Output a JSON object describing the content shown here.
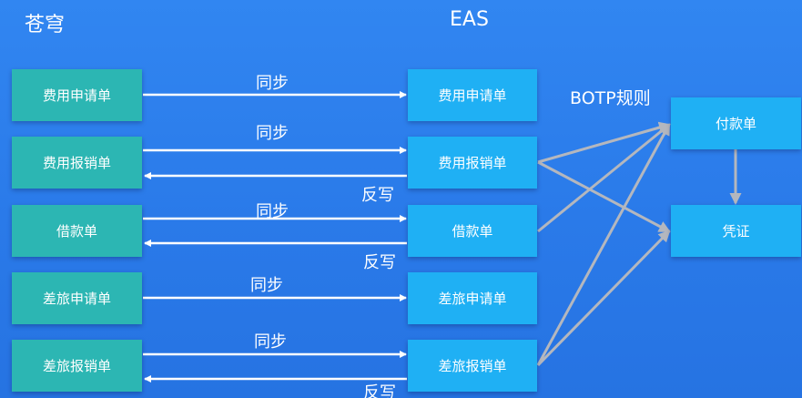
{
  "headings": {
    "left": "苍穹",
    "middle": "EAS",
    "botp": "BOTP规则"
  },
  "left_boxes": [
    "费用申请单",
    "费用报销单",
    "借款单",
    "差旅申请单",
    "差旅报销单"
  ],
  "middle_boxes": [
    "费用申请单",
    "费用报销单",
    "借款单",
    "差旅申请单",
    "差旅报销单"
  ],
  "right_boxes": [
    "付款单",
    "凭证"
  ],
  "sync_label": "同步",
  "writeback_label": "反写",
  "colors": {
    "background": "#2a7ae9",
    "left_box": "#2cb6b3",
    "eas_box": "#1fb0f4",
    "arrow_white": "#ffffff",
    "arrow_gray": "#b4b7be"
  }
}
